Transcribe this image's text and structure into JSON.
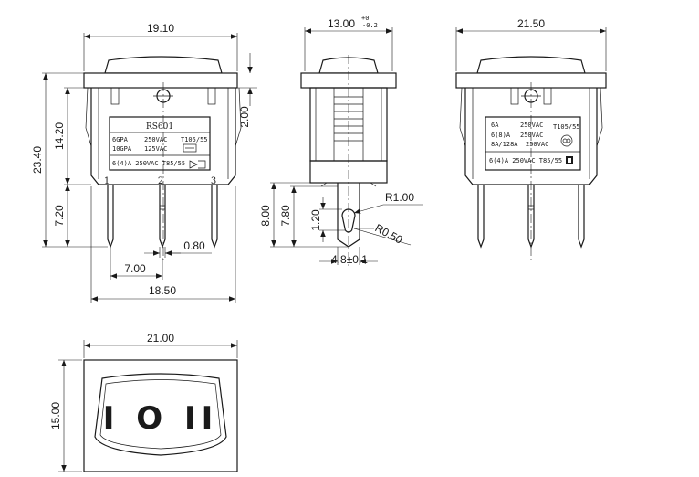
{
  "front_view": {
    "dims": {
      "width": "19.10",
      "height": "23.40",
      "body_height": "14.20",
      "flange": "2.00",
      "pin_length": "7.20",
      "pin_width": "0.80",
      "pin_pitch": "7.00",
      "base_width": "18.50"
    },
    "label": {
      "model": "RS601",
      "row1_left": "6GPA",
      "row1_mid": "250VAC",
      "row1_right": "T105/55",
      "row2_left": "10GPA",
      "row2_mid": "125VAC",
      "row3": "6(4)A 250VAC T85/55"
    },
    "pins": [
      "1",
      "2",
      "3"
    ]
  },
  "side_view": {
    "dims": {
      "width_main": "13.00",
      "tol_upper": "+0",
      "tol_lower": "-0.2",
      "pin_total": "8.00",
      "pin_mid": "7.80",
      "hole_offset": "1.20",
      "radius_big": "R1.00",
      "radius_small": "R0.50",
      "pin_thickness": "4.8±0.1"
    }
  },
  "back_view": {
    "dims": {
      "width": "21.50"
    },
    "label": {
      "row1_left": "6A",
      "row1_mid": "250VAC",
      "row1_right": "T105/55",
      "row2_left": "6(8)A",
      "row2_mid": "250VAC",
      "row3_left": "8A/128A",
      "row3_mid": "250VAC",
      "row4": "6(4)A 250VAC T85/55"
    }
  },
  "top_view": {
    "dims": {
      "width": "21.00",
      "height": "15.00"
    },
    "symbols": "I O II"
  },
  "icons": {
    "rohs": "rohs-logo-icon",
    "cqc": "cqc-logo-icon",
    "ce": "ce-mark-icon",
    "vde": "vde-logo-icon"
  }
}
